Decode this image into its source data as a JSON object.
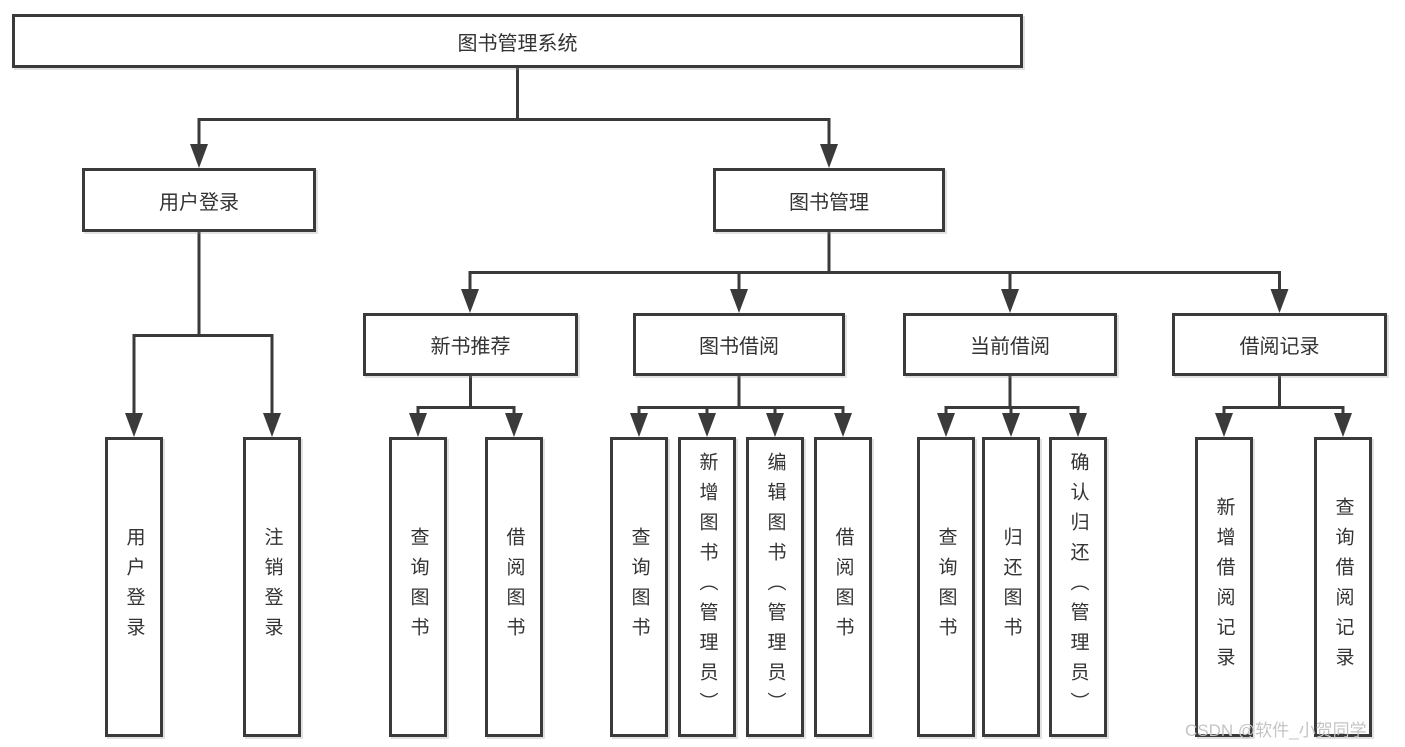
{
  "diagram": {
    "root": {
      "label": "图书管理系统"
    },
    "level2": [
      {
        "id": "user-login",
        "label": "用户登录"
      },
      {
        "id": "book-management",
        "label": "图书管理"
      }
    ],
    "level3": [
      {
        "id": "new-book-recommend",
        "label": "新书推荐"
      },
      {
        "id": "book-borrow",
        "label": "图书借阅"
      },
      {
        "id": "current-borrow",
        "label": "当前借阅"
      },
      {
        "id": "borrow-records",
        "label": "借阅记录"
      }
    ],
    "leaves": [
      {
        "parent": "user-login",
        "label": "用户登录"
      },
      {
        "parent": "user-login",
        "label": "注销登录"
      },
      {
        "parent": "new-book-recommend",
        "label": "查询图书"
      },
      {
        "parent": "new-book-recommend",
        "label": "借阅图书"
      },
      {
        "parent": "book-borrow",
        "label": "查询图书"
      },
      {
        "parent": "book-borrow",
        "label": "新增图书（管理员）"
      },
      {
        "parent": "book-borrow",
        "label": "编辑图书（管理员）"
      },
      {
        "parent": "book-borrow",
        "label": "借阅图书"
      },
      {
        "parent": "current-borrow",
        "label": "查询图书"
      },
      {
        "parent": "current-borrow",
        "label": "归还图书"
      },
      {
        "parent": "current-borrow",
        "label": "确认归还（管理员）"
      },
      {
        "parent": "borrow-records",
        "label": "新增借阅记录"
      },
      {
        "parent": "borrow-records",
        "label": "查询借阅记录"
      }
    ]
  },
  "watermark": {
    "text": "CSDN @软件_小贺同学"
  },
  "colors": {
    "line": "#3a3a3a",
    "text": "#333333",
    "background": "#ffffff",
    "watermark": "#c4c4c4"
  }
}
